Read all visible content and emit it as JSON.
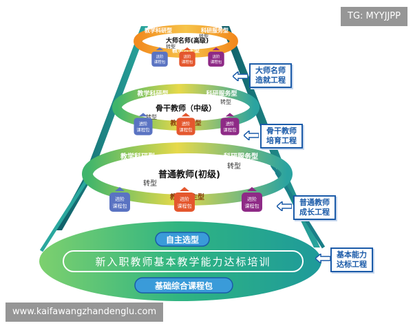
{
  "watermarks": {
    "top_right": "TG: MYYJJPP",
    "bottom_left": "www.kaifawangzhandenglu.com"
  },
  "tiers": {
    "senior": {
      "title": "大师名师(高级)",
      "top_left": "教学科研型",
      "top_right": "科研服务型",
      "bottom": "教学为主型",
      "transform": "转型",
      "side_label": [
        "大师名师",
        "造就工程"
      ]
    },
    "middle": {
      "title": "骨干教师（中级）",
      "top_left": "教学科研型",
      "top_right": "科研服务型",
      "bottom": "教学为主型",
      "transform": "转型",
      "side_label": [
        "骨干教师",
        "培育工程"
      ]
    },
    "junior": {
      "title": "普通教师(初级)",
      "top_left": "教学科研型",
      "top_right": "科研服务型",
      "bottom": "教学为主型",
      "transform": "转型",
      "side_label": [
        "普通教师",
        "成长工程"
      ]
    }
  },
  "course_pack_label": [
    "进阶",
    "课程包"
  ],
  "base": {
    "top": "自主选型",
    "middle": "新入职教师基本教学能力达标培训",
    "bottom": "基础综合课程包",
    "side_label": [
      "基本能力",
      "达标工程"
    ]
  },
  "colors": {
    "teal": "#1f9e96",
    "dark_teal": "#156e77",
    "green": "#3fb56b",
    "yellow": "#e7d94a",
    "orange": "#f28a1e",
    "blue_pack": "#5a73c2",
    "red_pack": "#e4572e",
    "purple_pack": "#8e2a86",
    "label_blue": "#1a5aa8"
  }
}
